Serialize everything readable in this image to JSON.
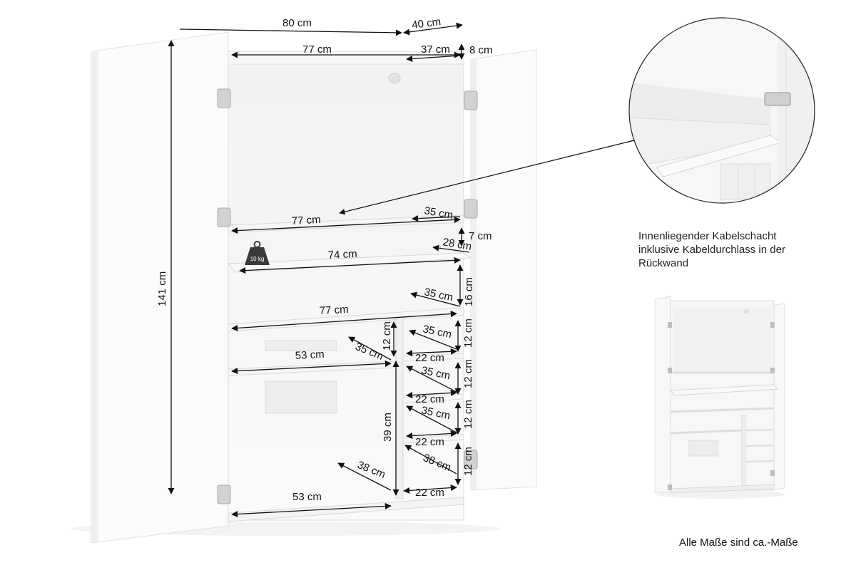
{
  "dimensions": {
    "total_width": "80 cm",
    "total_depth": "40 cm",
    "top_width": "77 cm",
    "top_depth": "37 cm",
    "top_height": "8 cm",
    "total_height": "141 cm",
    "shelf1_width": "77 cm",
    "shelf1_depth": "35 cm",
    "pullout_height": "7 cm",
    "pullout_depth": "28 cm",
    "pullout_width": "74 cm",
    "pullout_load": "10 kg",
    "shelf2_depth": "35 cm",
    "shelf2_gap": "16 cm",
    "shelf2_width": "77 cm",
    "left_shelf_height": "12 cm",
    "left_shelf_depth": "35 cm",
    "left_shelf_width": "53 cm",
    "left_bay_height": "39 cm",
    "left_bay_depth": "38 cm",
    "bottom_left_width": "53 cm",
    "cubby_depth_1": "35 cm",
    "cubby_height_1": "12 cm",
    "cubby_width_1": "22 cm",
    "cubby_depth_2": "35 cm",
    "cubby_height_2": "12 cm",
    "cubby_width_2": "22 cm",
    "cubby_depth_3": "35 cm",
    "cubby_height_3": "12 cm",
    "cubby_width_3": "22 cm",
    "cubby_depth_4": "38 cm",
    "cubby_height_4": "12 cm",
    "cubby_width_4": "22 cm"
  },
  "caption": {
    "line1": "Innenliegender Kabelschacht",
    "line2": "inklusive Kabeldurchlass in der",
    "line3": "Rückwand"
  },
  "note": "Alle Maße sind ca.-Maße",
  "colors": {
    "line": "#111111",
    "panel_edge": "#d8d8d8",
    "panel_shadow": "#e9e9e9",
    "weight_icon": "#3a3a3a"
  }
}
